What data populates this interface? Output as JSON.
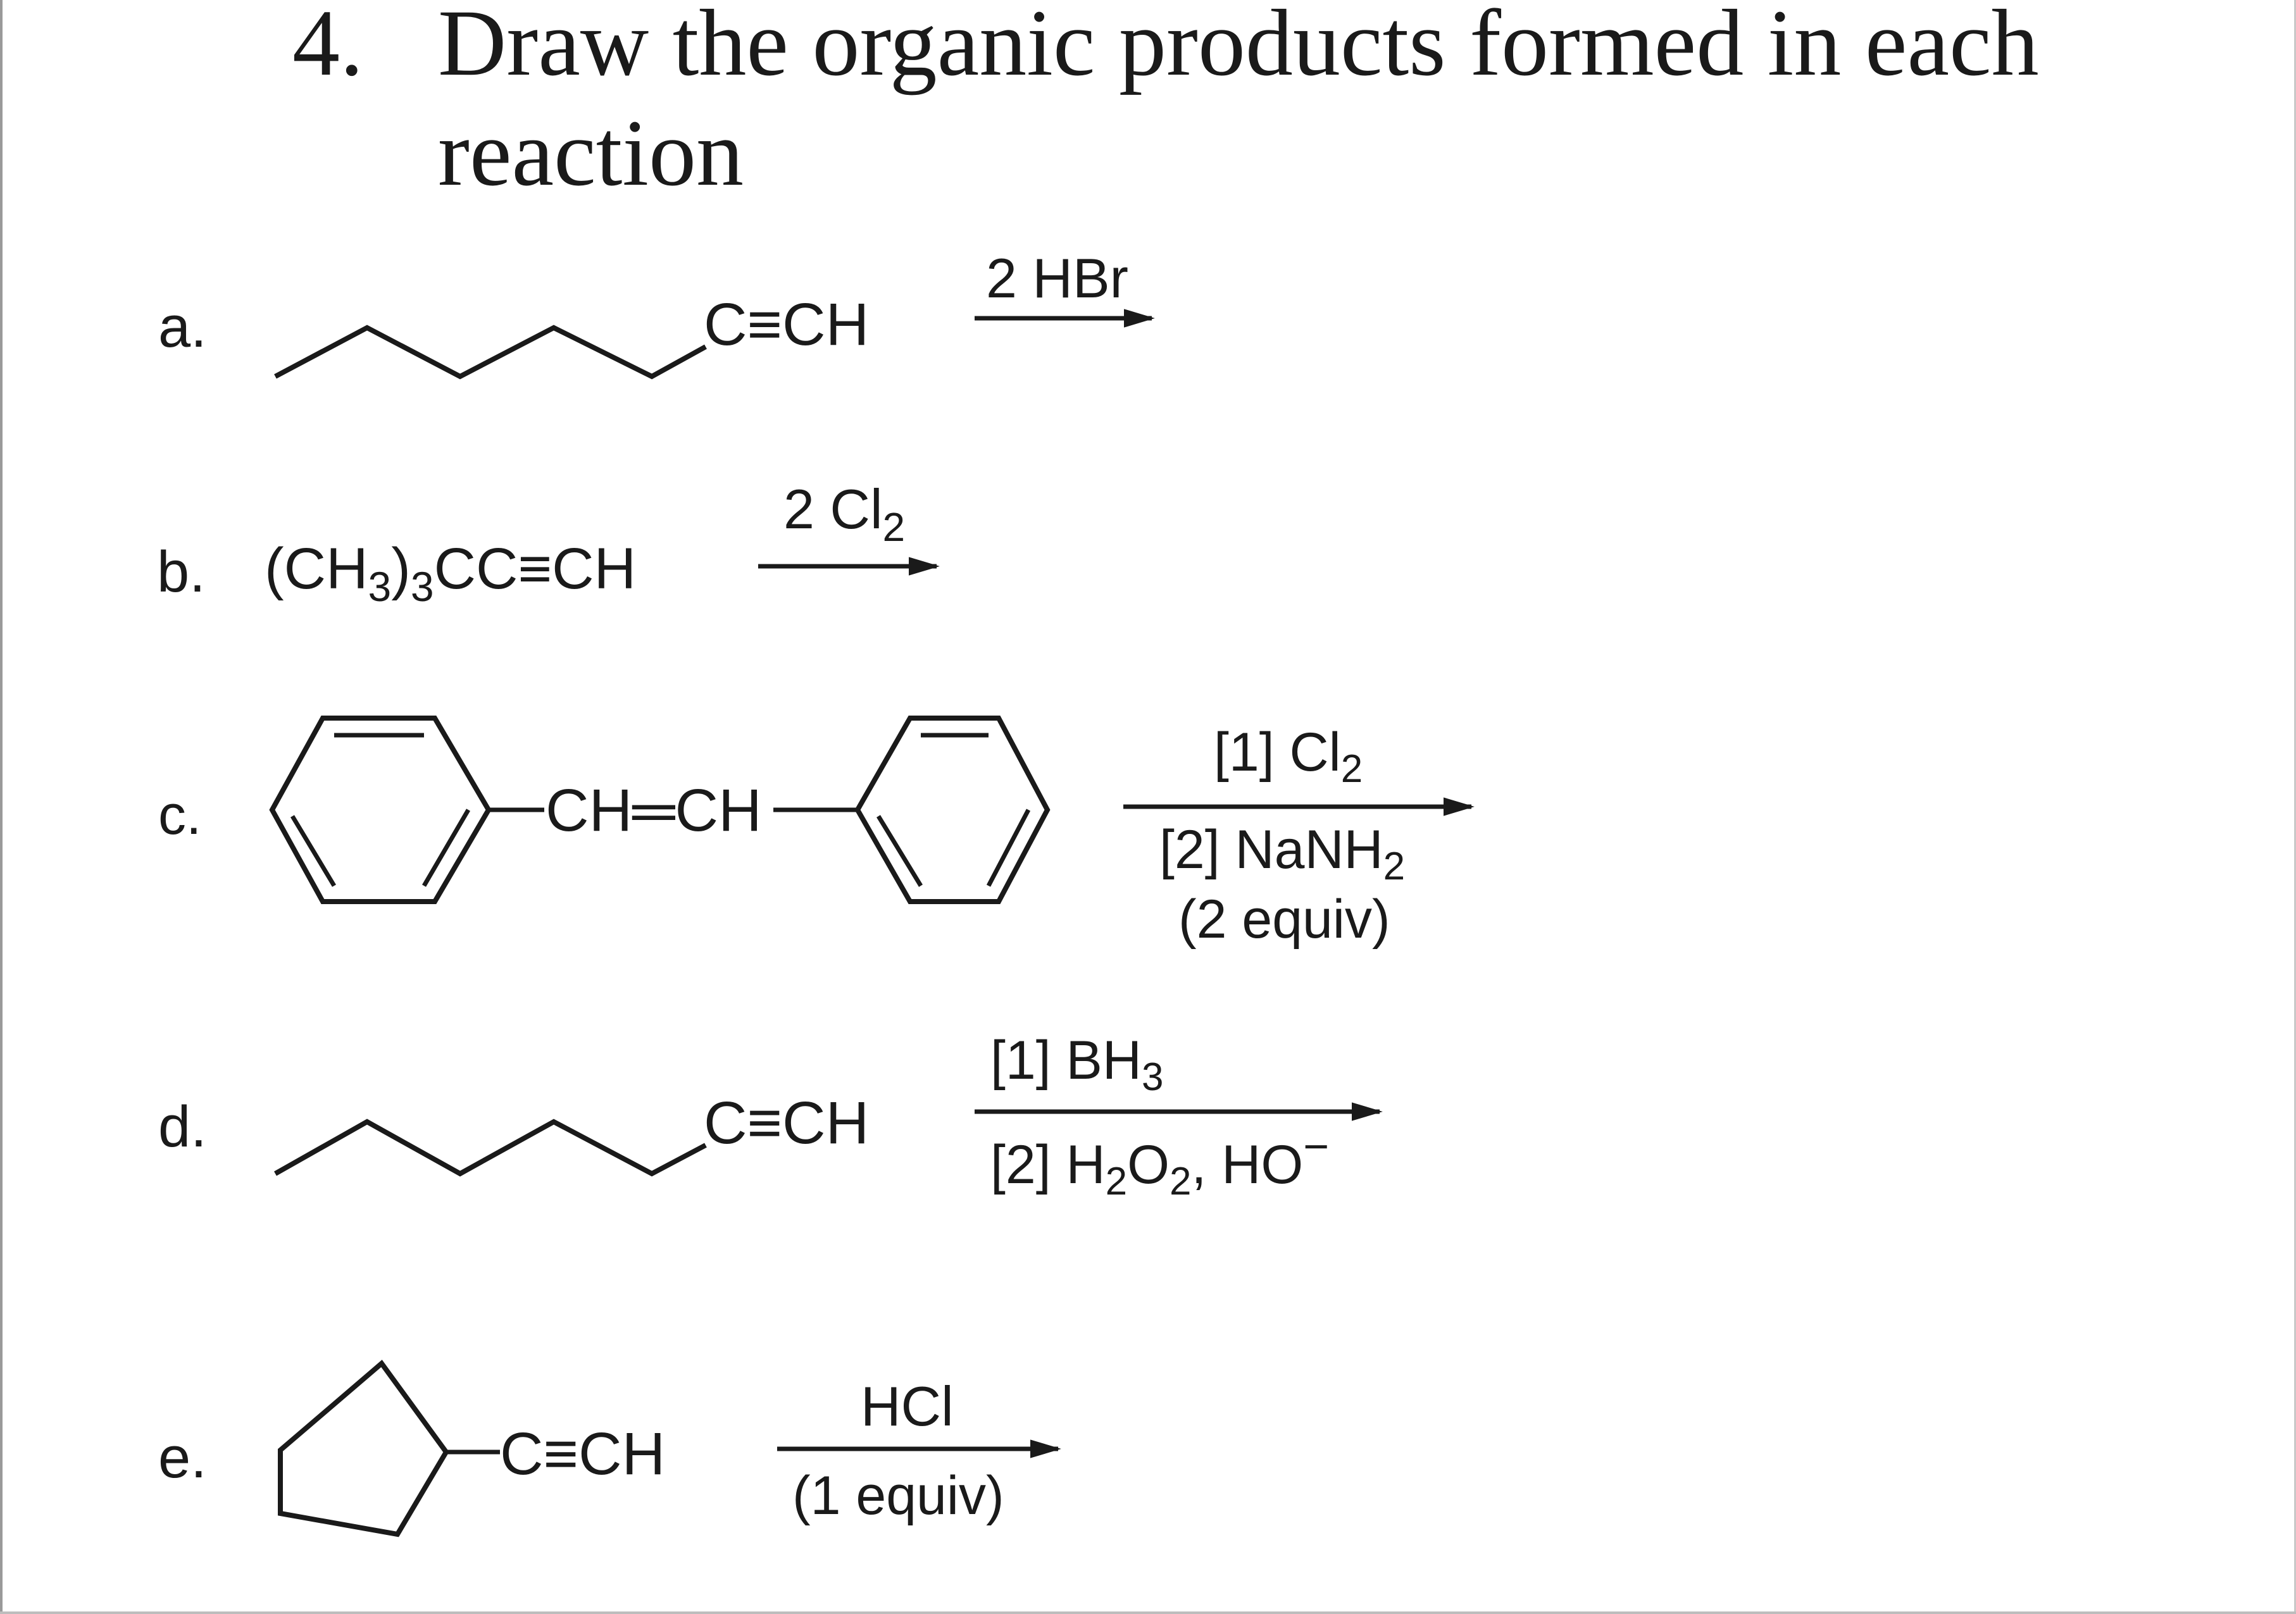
{
  "question": {
    "number": "4.",
    "line1": "Draw the organic products formed in each",
    "line2": "reaction"
  },
  "parts": {
    "a": {
      "label": "a.",
      "group": "C≡CH",
      "reagent": "2 HBr"
    },
    "b": {
      "label": "b.",
      "reactant_prefix": "(CH",
      "sub3a": "3",
      "reactant_mid": ")",
      "sub3b": "3",
      "reactant_suffix": "CC≡CH",
      "reagent_main": "2 Cl",
      "reagent_sub": "2"
    },
    "c": {
      "label": "c.",
      "linker": "CH═CH",
      "step1": "[1] Cl",
      "step1_sub": "2",
      "step2": "[2] NaNH",
      "step2_sub": "2",
      "step2_note": "(2 equiv)"
    },
    "d": {
      "label": "d.",
      "group": "C≡CH",
      "step1": "[1] BH",
      "step1_sub": "3",
      "step2a": "[2] H",
      "step2_sub1": "2",
      "step2b": "O",
      "step2_sub2": "2",
      "step2c": ", HO",
      "step2_sup": "−"
    },
    "e": {
      "label": "e.",
      "group": "C≡CH",
      "reagent": "HCl",
      "reagent_note": "(1 equiv)"
    }
  },
  "colors": {
    "ink": "#1a1a1a",
    "background": "#ffffff"
  }
}
